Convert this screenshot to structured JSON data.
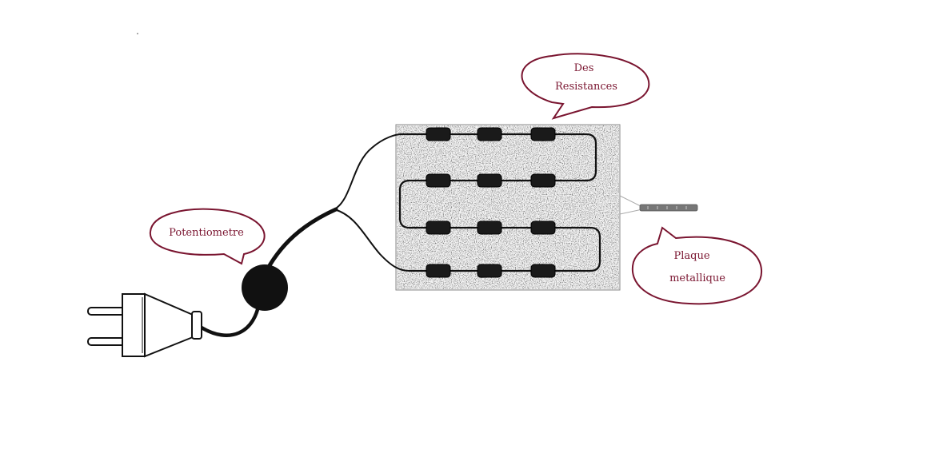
{
  "labels": {
    "resistances": [
      "Des",
      "Resistances"
    ],
    "potentiometer": [
      "Potentiometre"
    ],
    "plate": [
      "Plaque",
      "metallique"
    ]
  },
  "colors": {
    "callout": "#7a1530",
    "ink": "#111111",
    "plate_fill": "#efefef",
    "plate_border": "#888888"
  },
  "resistor_grid": {
    "rows": 4,
    "columns": 3
  }
}
